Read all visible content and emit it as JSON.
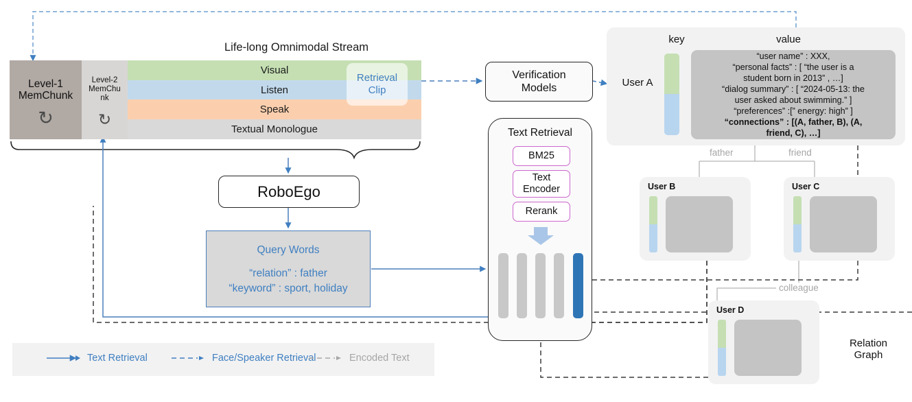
{
  "stream": {
    "title": "Life-long Omnimodal Stream",
    "level1": {
      "line1": "Level-1",
      "line2": "MemChunk",
      "icon": "recycle-icon",
      "glyph": "↻"
    },
    "level2": {
      "line1": "Level-2",
      "line2": "MemChu",
      "line3": "nk",
      "icon": "recycle-icon",
      "glyph": "↻"
    },
    "tracks": [
      {
        "label": "Visual",
        "color": "#c5dfb3"
      },
      {
        "label": "Listen",
        "color": "#c2d9ec"
      },
      {
        "label": "Speak",
        "color": "#fbcfae"
      },
      {
        "label": "Textual Monologue",
        "color": "#d9d9d9"
      }
    ],
    "retrieval_clip": {
      "line1": "Retrieval",
      "line2": "Clip",
      "color": "#3f7fc1"
    }
  },
  "roboego": {
    "label": "RoboEgo"
  },
  "query": {
    "title": "Query Words",
    "lines": [
      "“relation”  : father",
      "“keyword”  : sport, holiday"
    ],
    "accent": "#3f7fc1",
    "fill": "#d9d9d9"
  },
  "verification": {
    "line1": "Verification",
    "line2": "Models"
  },
  "text_retrieval": {
    "title": "Text Retrieval",
    "modules": [
      {
        "label": "BM25"
      },
      {
        "label": "Text\nEncoder",
        "line1": "Text",
        "line2": "Encoder"
      },
      {
        "label": "Rerank"
      }
    ],
    "module_border": "#cc66cc",
    "bars": [
      {
        "state": "normal",
        "color": "#c8c8c8"
      },
      {
        "state": "normal",
        "color": "#c8c8c8"
      },
      {
        "state": "normal",
        "color": "#c8c8c8"
      },
      {
        "state": "normal",
        "color": "#c8c8c8"
      },
      {
        "state": "selected",
        "color": "#2e75b6"
      }
    ]
  },
  "memory": {
    "key_header": "key",
    "value_header": "value",
    "user_label": "User A",
    "value_lines": [
      {
        "text": "“user name”  : XXX,",
        "bold": false
      },
      {
        "text": "“personal facts”  : [  “the user is a",
        "bold": false
      },
      {
        "text": "student born in 2013” , …]",
        "bold": false
      },
      {
        "text": "“dialog summary”  : [  “2024-05-13: the",
        "bold": false
      },
      {
        "text": "user asked about swimming.”  ]",
        "bold": false
      },
      {
        "text": "“preferences”   :[”  energy: high”  ]",
        "bold": false
      },
      {
        "text": "“connections”  : [(A, father, B), (A,",
        "bold": true
      },
      {
        "text": "friend, C), …]",
        "bold": true
      }
    ],
    "key_colors": {
      "top": "#c5dfb3",
      "bottom": "#b8d5ef"
    }
  },
  "relation_graph": {
    "label_line1": "Relation",
    "label_line2": "Graph",
    "edges": [
      {
        "label": "father"
      },
      {
        "label": "friend"
      },
      {
        "label": "colleague"
      }
    ],
    "users": [
      {
        "name": "User B"
      },
      {
        "name": "User C"
      },
      {
        "name": "User D"
      }
    ]
  },
  "legend": {
    "items": [
      {
        "label": "Text Retrieval",
        "style": "solid",
        "color": "#3f7fc1"
      },
      {
        "label": "Face/Speaker Retrieval",
        "style": "dashed",
        "color": "#3f7fc1"
      },
      {
        "label": "Encoded Text",
        "style": "dashed",
        "color": "#a6a6a6"
      }
    ]
  }
}
